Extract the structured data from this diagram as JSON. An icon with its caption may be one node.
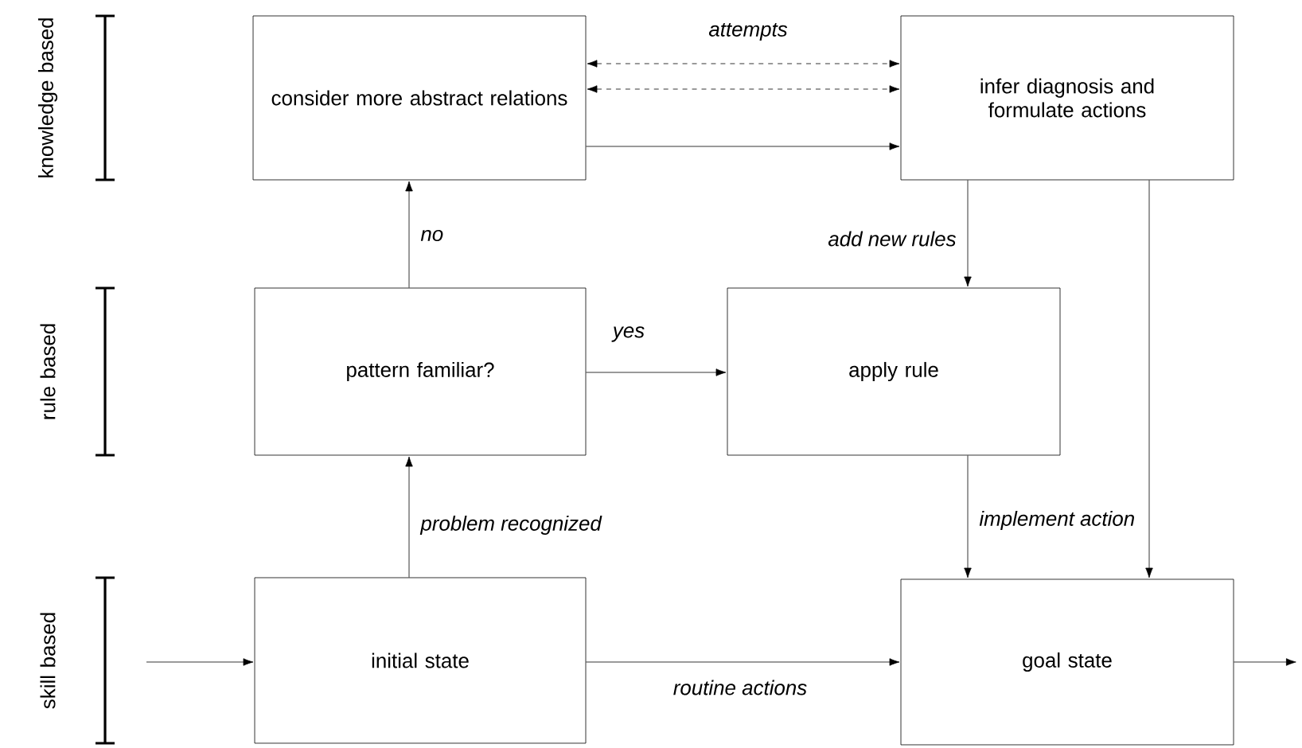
{
  "diagram": {
    "nodes": [
      {
        "text": [
          "consider more abstract relations"
        ]
      },
      {
        "text": [
          "infer diagnosis and formulate actions"
        ]
      },
      {
        "text": [
          "pattern familiar?"
        ]
      },
      {
        "text": [
          "apply rule"
        ]
      },
      {
        "text": [
          "initial state"
        ]
      },
      {
        "text": [
          "goal state"
        ]
      }
    ],
    "edges": [
      {
        "from": 0,
        "to": 1,
        "arrow": "both",
        "style": "dashed",
        "label": "attempts"
      },
      {
        "from": 0,
        "to": 1,
        "arrow": "both",
        "style": "dashed"
      },
      {
        "from": 0,
        "to": 1,
        "arrow": "to"
      },
      {
        "from": 2,
        "to": 0,
        "arrow": "to",
        "label": "no"
      },
      {
        "from": 2,
        "to": 3,
        "arrow": "to",
        "label": "yes"
      },
      {
        "from": 4,
        "to": 2,
        "arrow": "to",
        "label": "problem recognized"
      },
      {
        "from": 1,
        "to": 3,
        "arrow": "to",
        "label": "add new rules"
      },
      {
        "from": 3,
        "to": 5,
        "arrow": "to",
        "label": "implement action"
      },
      {
        "from": 1,
        "to": 5,
        "arrow": "to"
      },
      {
        "from": 4,
        "to": 5,
        "arrow": "to",
        "label": "routine actions"
      },
      {
        "from": null,
        "to": 4,
        "arrow": "to"
      },
      {
        "from": 5,
        "to": null,
        "arrow": "to"
      }
    ],
    "labels": [
      "knowledge based",
      "rule based",
      "skill based"
    ]
  }
}
